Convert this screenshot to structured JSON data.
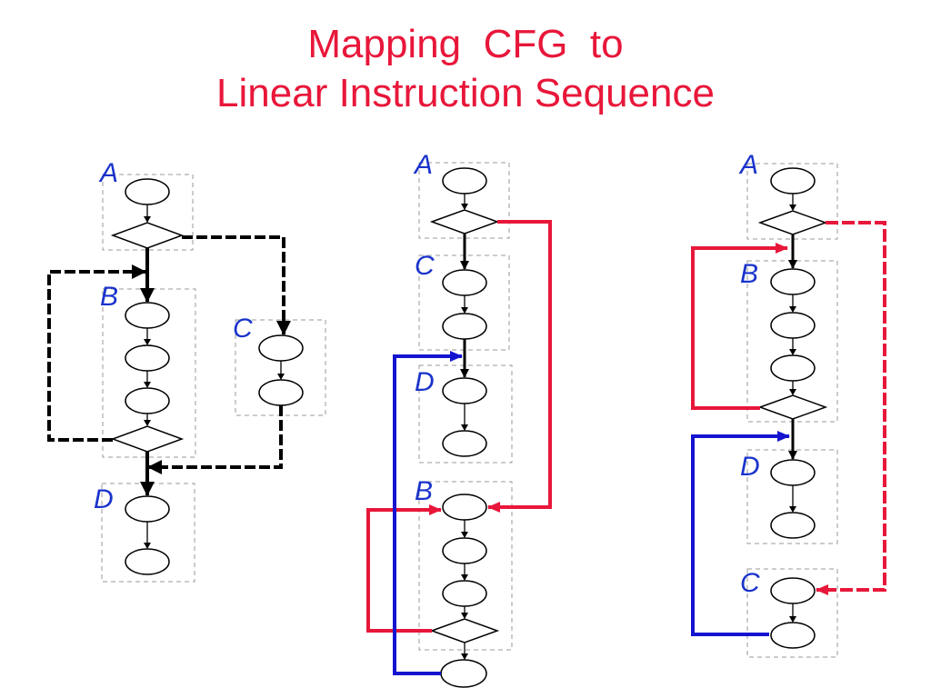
{
  "title": {
    "line1": "Mapping  CFG  to",
    "line2": "Linear Instruction Sequence"
  },
  "colors": {
    "title": "#e8173a",
    "block_label": "#1a33cc",
    "normal_edge": "#000000",
    "red_edge": "#e8173a",
    "blue_edge": "#1414d0",
    "block_border": "#999999"
  },
  "diagrams": [
    {
      "role": "control-flow-graph",
      "labels": {
        "A": "A",
        "B": "B",
        "C": "C",
        "D": "D"
      }
    },
    {
      "role": "linear-layout-1",
      "labels": {
        "A": "A",
        "C": "C",
        "D": "D",
        "B": "B"
      }
    },
    {
      "role": "linear-layout-2",
      "labels": {
        "A": "A",
        "B": "B",
        "D": "D",
        "C": "C"
      }
    }
  ]
}
